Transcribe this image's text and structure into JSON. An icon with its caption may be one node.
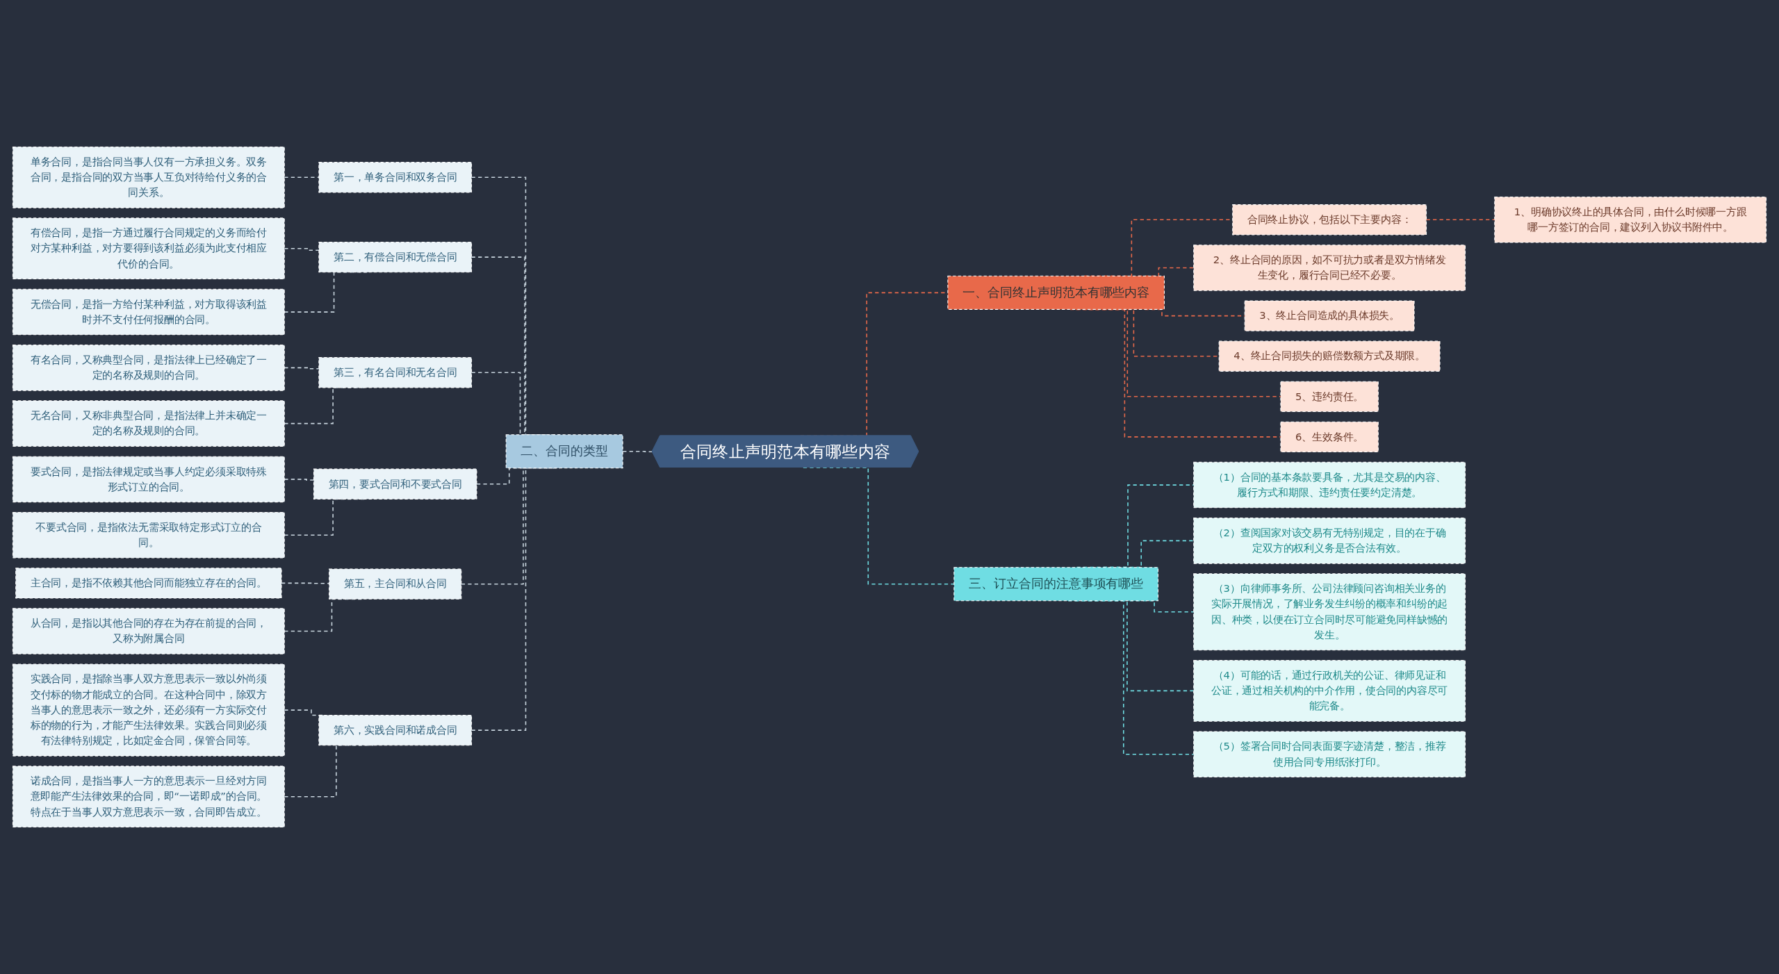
{
  "diagram": {
    "nodes": [
      {
        "text": [
          "合同终止声明范本有哪些内容"
        ]
      },
      {
        "text": [
          "一、合同终止声明范本有哪些内容"
        ]
      },
      {
        "text": [
          "合同终止协议，包括以下主要内容："
        ]
      },
      {
        "text": [
          "1、明确协议终止的具体合同，由什么时候哪一方跟哪一方签订的合同，建议列入协议书附件中。"
        ]
      },
      {
        "text": [
          "2、终止合同的原因，如不可抗力或者是双方情绪发生变化，履行合同已经不必要。"
        ]
      },
      {
        "text": [
          "3、终止合同造成的具体损失。"
        ]
      },
      {
        "text": [
          "4、终止合同损失的赔偿数额方式及期限。"
        ]
      },
      {
        "text": [
          "5、违约责任。"
        ]
      },
      {
        "text": [
          "6、生效条件。"
        ]
      },
      {
        "text": [
          "二、合同的类型"
        ]
      },
      {
        "text": [
          "第一，单务合同和双务合同"
        ]
      },
      {
        "text": [
          "单务合同，是指合同当事人仅有一方承担义务。双务合同，是指合同的双方当事人互负对待给付义务的合同关系。"
        ]
      },
      {
        "text": [
          "第二，有偿合同和无偿合同"
        ]
      },
      {
        "text": [
          "有偿合同，是指一方通过履行合同规定的义务而给付对方某种利益，对方要得到该利益必须为此支付相应代价的合同。"
        ]
      },
      {
        "text": [
          "无偿合同，是指一方给付某种利益，对方取得该利益时并不支付任何报酬的合同。"
        ]
      },
      {
        "text": [
          "第三，有名合同和无名合同"
        ]
      },
      {
        "text": [
          "有名合同，又称典型合同，是指法律上已经确定了一定的名称及规则的合同。"
        ]
      },
      {
        "text": [
          "无名合同，又称非典型合同，是指法律上并未确定一定的名称及规则的合同。"
        ]
      },
      {
        "text": [
          "第四，要式合同和不要式合同"
        ]
      },
      {
        "text": [
          "要式合同，是指法律规定或当事人约定必须采取特殊形式订立的合同。"
        ]
      },
      {
        "text": [
          "不要式合同，是指依法无需采取特定形式订立的合同。"
        ]
      },
      {
        "text": [
          "第五，主合同和从合同"
        ]
      },
      {
        "text": [
          "主合同，是指不依赖其他合同而能独立存在的合同。"
        ]
      },
      {
        "text": [
          "从合同，是指以其他合同的存在为存在前提的合同，又称为附属合同"
        ]
      },
      {
        "text": [
          "第六，实践合同和诺成合同"
        ]
      },
      {
        "text": [
          "实践合同，是指除当事人双方意思表示一致以外尚须交付标的物才能成立的合同。在这种合同中，除双方当事人的意思表示一致之外，还必须有一方实际交付标的物的行为，才能产生法律效果。实践合同则必须有法律特别规定，比如定金合同，保管合同等。"
        ]
      },
      {
        "text": [
          "诺成合同，是指当事人一方的意思表示一旦经对方同意即能产生法律效果的合同，即“一诺即成”的合同。特点在于当事人双方意思表示一致，合同即告成立。"
        ]
      },
      {
        "text": [
          "三、订立合同的注意事项有哪些"
        ]
      },
      {
        "text": [
          "（1）合同的基本条款要具备，尤其是交易的内容、履行方式和期限、违约责任要约定清楚。"
        ]
      },
      {
        "text": [
          "（2）查阅国家对该交易有无特别规定，目的在于确定双方的权利义务是否合法有效。"
        ]
      },
      {
        "text": [
          "（3）向律师事务所、公司法律顾问咨询相关业务的实际开展情况，了解业务发生纠纷的概率和纠纷的起因、种类，以便在订立合同时尽可能避免同样缺憾的发生。"
        ]
      },
      {
        "text": [
          "（4）可能的话，通过行政机关的公证、律师见证和公证，通过相关机构的中介作用，使合同的内容尽可能完备。"
        ]
      },
      {
        "text": [
          "（5）签署合同时合同表面要字迹清楚，整洁，推荐使用合同专用纸张打印。"
        ]
      }
    ],
    "edges": [
      {
        "from": 0,
        "to": 1,
        "arrow": "none",
        "style": "dashed",
        "color": "#e8694a"
      },
      {
        "from": 1,
        "to": 2,
        "arrow": "none",
        "style": "dashed",
        "color": "#e8694a"
      },
      {
        "from": 2,
        "to": 3,
        "arrow": "none",
        "style": "dashed",
        "color": "#e8694a"
      },
      {
        "from": 1,
        "to": 4,
        "arrow": "none",
        "style": "dashed",
        "color": "#e8694a"
      },
      {
        "from": 1,
        "to": 5,
        "arrow": "none",
        "style": "dashed",
        "color": "#e8694a"
      },
      {
        "from": 1,
        "to": 6,
        "arrow": "none",
        "style": "dashed",
        "color": "#e8694a"
      },
      {
        "from": 1,
        "to": 7,
        "arrow": "none",
        "style": "dashed",
        "color": "#e8694a"
      },
      {
        "from": 1,
        "to": 8,
        "arrow": "none",
        "style": "dashed",
        "color": "#e8694a"
      },
      {
        "from": 0,
        "to": 9,
        "arrow": "none",
        "style": "dashed"
      },
      {
        "from": 9,
        "to": 10,
        "arrow": "none",
        "style": "dashed"
      },
      {
        "from": 10,
        "to": 11,
        "arrow": "none",
        "style": "dashed"
      },
      {
        "from": 9,
        "to": 12,
        "arrow": "none",
        "style": "dashed"
      },
      {
        "from": 12,
        "to": 13,
        "arrow": "none",
        "style": "dashed"
      },
      {
        "from": 12,
        "to": 14,
        "arrow": "none",
        "style": "dashed"
      },
      {
        "from": 9,
        "to": 15,
        "arrow": "none",
        "style": "dashed"
      },
      {
        "from": 15,
        "to": 16,
        "arrow": "none",
        "style": "dashed"
      },
      {
        "from": 15,
        "to": 17,
        "arrow": "none",
        "style": "dashed"
      },
      {
        "from": 9,
        "to": 18,
        "arrow": "none",
        "style": "dashed"
      },
      {
        "from": 18,
        "to": 19,
        "arrow": "none",
        "style": "dashed"
      },
      {
        "from": 18,
        "to": 20,
        "arrow": "none",
        "style": "dashed"
      },
      {
        "from": 9,
        "to": 21,
        "arrow": "none",
        "style": "dashed"
      },
      {
        "from": 21,
        "to": 22,
        "arrow": "none",
        "style": "dashed"
      },
      {
        "from": 21,
        "to": 23,
        "arrow": "none",
        "style": "dashed"
      },
      {
        "from": 9,
        "to": 24,
        "arrow": "none",
        "style": "dashed"
      },
      {
        "from": 24,
        "to": 25,
        "arrow": "none",
        "style": "dashed"
      },
      {
        "from": 24,
        "to": 26,
        "arrow": "none",
        "style": "dashed"
      },
      {
        "from": 0,
        "to": 27,
        "arrow": "none",
        "style": "dashed",
        "color": "#6fdde3"
      },
      {
        "from": 27,
        "to": 28,
        "arrow": "none",
        "style": "dashed",
        "color": "#6fdde3"
      },
      {
        "from": 27,
        "to": 29,
        "arrow": "none",
        "style": "dashed",
        "color": "#6fdde3"
      },
      {
        "from": 27,
        "to": 30,
        "arrow": "none",
        "style": "dashed",
        "color": "#6fdde3"
      },
      {
        "from": 27,
        "to": 31,
        "arrow": "none",
        "style": "dashed",
        "color": "#6fdde3"
      },
      {
        "from": 27,
        "to": 32,
        "arrow": "none",
        "style": "dashed",
        "color": "#6fdde3"
      }
    ]
  }
}
